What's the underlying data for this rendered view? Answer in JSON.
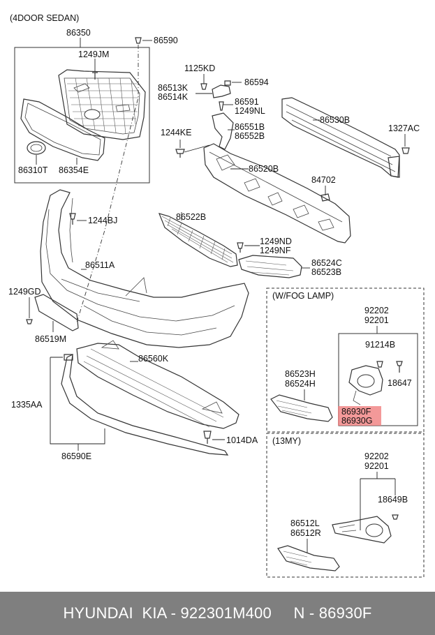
{
  "headers": {
    "main": "(4DOOR SEDAN)",
    "fog_lamp": "(W/FOG LAMP)",
    "my13": "(13MY)"
  },
  "labels": {
    "p86350": "86350",
    "p86590": "86590",
    "p1249JM": "1249JM",
    "p1125KD": "1125KD",
    "p86513K": "86513K",
    "p86514K": "86514K",
    "p86594": "86594",
    "p86591": "86591",
    "p1249NL": "1249NL",
    "p86530B": "86530B",
    "p1327AC": "1327AC",
    "p1244KE": "1244KE",
    "p86551B": "86551B",
    "p86552B": "86552B",
    "p86520B": "86520B",
    "p84702": "84702",
    "p86310T": "86310T",
    "p86354E": "86354E",
    "p1244BJ": "1244BJ",
    "p86522B": "86522B",
    "p1249ND": "1249ND",
    "p1249NF": "1249NF",
    "p86524C": "86524C",
    "p86523B": "86523B",
    "p86511A": "86511A",
    "p1249GD": "1249GD",
    "p86519M": "86519M",
    "p86560K": "86560K",
    "p1335AA": "1335AA",
    "p1014DA": "1014DA",
    "p86590E": "86590E",
    "f92202": "92202",
    "f92201": "92201",
    "f91214B": "91214B",
    "f18647": "18647",
    "f86523H": "86523H",
    "f86524H": "86524H",
    "f86930F": "86930F",
    "f86930G": "86930G",
    "m92202": "92202",
    "m92201": "92201",
    "m18649B": "18649B",
    "m86512L": "86512L",
    "m86512R": "86512R"
  },
  "highlight": {
    "part": "86930F",
    "color": "#f08080"
  },
  "footer": "HYUNDAI  KIA - 922301M400     N - 86930F"
}
